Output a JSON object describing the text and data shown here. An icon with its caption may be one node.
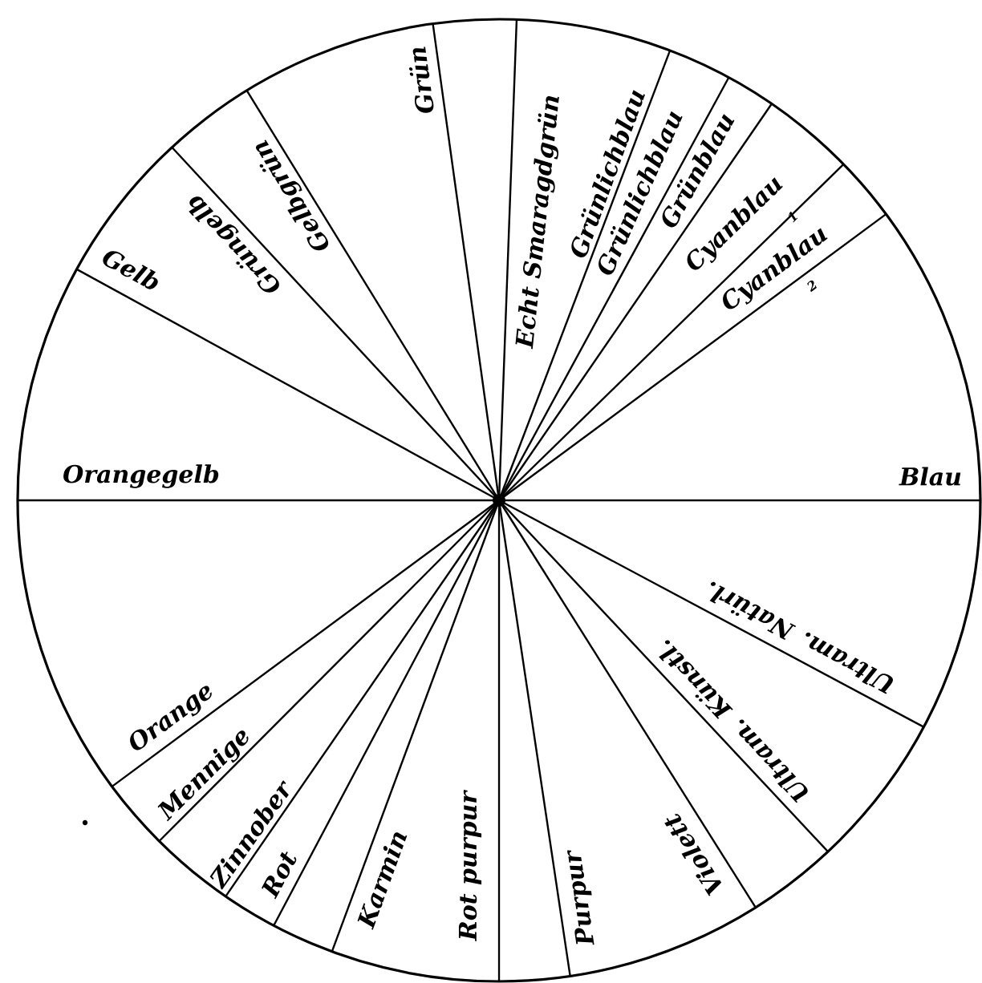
{
  "diagram": {
    "labels": [
      "Grün",
      "Echt Smaragdgrün",
      "Grünlichblau",
      "Grünlichblau",
      "Grünblau",
      "Gelbgrün",
      "Grüngelb",
      "Gelb",
      "Cyanblau",
      "1",
      "Cyanblau",
      "2",
      "Orangegelb",
      "Blau",
      "Ultram. Natürl.",
      "Orange",
      "Mennige",
      "Zinnober",
      "Ultram. Künstl.",
      "Rot",
      "Karmin",
      "Rot purpur",
      "Purpur",
      "Violett"
    ]
  }
}
